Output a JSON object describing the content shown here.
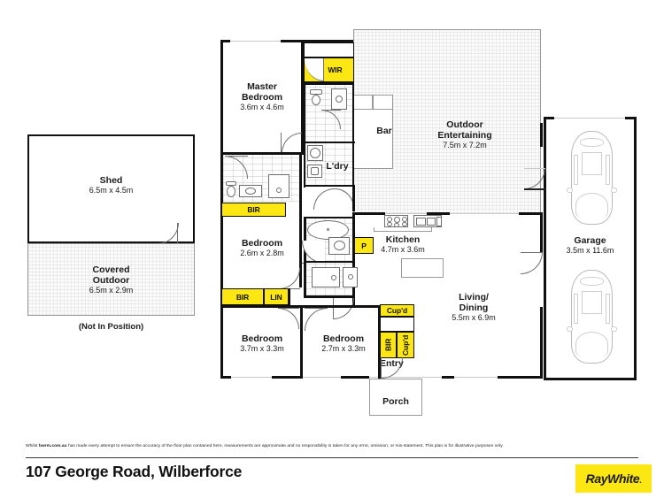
{
  "document": {
    "type": "floor-plan",
    "address": "107 George Road, Wilberforce",
    "disclaimer_pre": "Whilst ",
    "disclaimer_brand": "bwrm.com.au",
    "disclaimer_post": " has made every attempt to ensure the accuracy of the floor plan contained here, measurements are approximate and no responsibility is taken for any error, omission, or mis-statement. This plan is for illustrative purposes only.",
    "logo_text_a": "Ray",
    "logo_text_b": "White",
    "logo_mark": ".",
    "not_in_position_note": "(Not In Position)"
  },
  "colors": {
    "highlight_yellow": "#FCE712",
    "wall_black": "#111111",
    "thin_wall_grey": "#9a9a9a",
    "text": "#1a1a1a",
    "page_background": "#ffffff"
  },
  "rooms": [
    {
      "name": "Shed",
      "dims": "6.5m x 4.5m"
    },
    {
      "name": "Covered Outdoor",
      "name_line1": "Covered",
      "name_line2": "Outdoor",
      "dims": "6.5m x 2.9m"
    },
    {
      "name": "Master Bedroom",
      "name_line1": "Master",
      "name_line2": "Bedroom",
      "dims": "3.6m x 4.6m"
    },
    {
      "name": "Bedroom",
      "dims": "2.6m x 2.8m"
    },
    {
      "name": "Bedroom",
      "dims": "3.7m x 3.3m"
    },
    {
      "name": "Bedroom",
      "dims": "2.7m x 3.3m"
    },
    {
      "name": "Outdoor Entertaining",
      "name_line1": "Outdoor",
      "name_line2": "Entertaining",
      "dims": "7.5m x 7.2m"
    },
    {
      "name": "Kitchen",
      "dims": "4.7m x 3.6m"
    },
    {
      "name": "Living/ Dining",
      "name_line1": "Living/",
      "name_line2": "Dining",
      "dims": "5.5m x 6.9m"
    },
    {
      "name": "Garage",
      "dims": "3.5m x 11.6m"
    }
  ],
  "small_rooms": [
    {
      "label": "L'dry"
    },
    {
      "label": "Bar"
    },
    {
      "label": "Entry"
    },
    {
      "label": "Porch"
    }
  ],
  "storage_tags": [
    {
      "label": "WIR",
      "orientation": "horizontal"
    },
    {
      "label": "BIR",
      "orientation": "horizontal"
    },
    {
      "label": "BIR",
      "orientation": "horizontal"
    },
    {
      "label": "LIN",
      "orientation": "horizontal"
    },
    {
      "label": "P",
      "orientation": "horizontal"
    },
    {
      "label": "Cup'd",
      "orientation": "horizontal"
    },
    {
      "label": "BIR",
      "orientation": "vertical"
    },
    {
      "label": "Cup'd",
      "orientation": "vertical"
    }
  ],
  "labels": {
    "shed": "Shed",
    "shed_dims": "6.5m x 4.5m",
    "covered_1": "Covered",
    "covered_2": "Outdoor",
    "covered_dims": "6.5m x 2.9m",
    "not_in_position": "(Not In Position)",
    "master_1": "Master",
    "master_2": "Bedroom",
    "master_dims": "3.6m x 4.6m",
    "bed2": "Bedroom",
    "bed2_dims": "2.6m x 2.8m",
    "bed3": "Bedroom",
    "bed3_dims": "3.7m x 3.3m",
    "bed4": "Bedroom",
    "bed4_dims": "2.7m x 3.3m",
    "outdoor_1": "Outdoor",
    "outdoor_2": "Entertaining",
    "outdoor_dims": "7.5m x 7.2m",
    "kitchen": "Kitchen",
    "kitchen_dims": "4.7m x 3.6m",
    "living_1": "Living/",
    "living_2": "Dining",
    "living_dims": "5.5m x 6.9m",
    "garage": "Garage",
    "garage_dims": "3.5m x 11.6m",
    "ldry": "L'dry",
    "bar": "Bar",
    "entry": "Entry",
    "porch": "Porch",
    "wir": "WIR",
    "bir_ensuite": "BIR",
    "bir_bed2": "BIR",
    "lin": "LIN",
    "p": "P",
    "cupd_top": "Cup'd",
    "bir_entry": "BIR",
    "cupd_entry": "Cup'd"
  }
}
